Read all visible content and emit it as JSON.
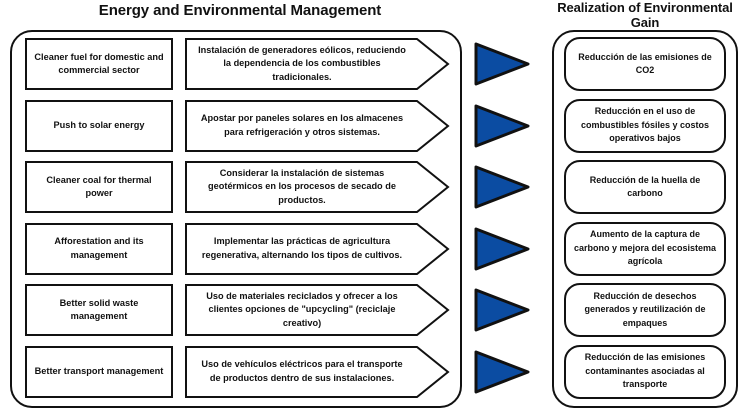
{
  "diagram": {
    "left_title": "Energy and Environmental Management",
    "right_title": "Realization of Environmental Gain",
    "accent_blue": "#0b4ca2",
    "outline_color": "#111111",
    "background": "#ffffff",
    "connector_icon": "right-triangle-arrow",
    "rows": [
      {
        "practice": "Cleaner fuel for domestic and commercial sector",
        "action": "Instalación de generadores eólicos, reduciendo la dependencia de los combustibles tradicionales.",
        "gain": "Reducción de las emisiones de CO2"
      },
      {
        "practice": "Push to solar energy",
        "action": "Apostar por paneles solares en los almacenes para refrigeración y otros sistemas.",
        "gain": "Reducción en el uso de combustibles fósiles y costos operativos bajos"
      },
      {
        "practice": "Cleaner coal for thermal power",
        "action": "Considerar la instalación de sistemas geotérmicos en los procesos de secado de productos.",
        "gain": "Reducción de la huella de carbono"
      },
      {
        "practice": "Afforestation and its management",
        "action": "Implementar las prácticas de agricultura regenerativa, alternando los tipos de cultivos.",
        "gain": "Aumento de la captura de carbono y mejora del ecosistema agrícola"
      },
      {
        "practice": "Better solid waste management",
        "action": "Uso de materiales reciclados y ofrecer a los clientes opciones de \"upcycling\" (reciclaje creativo)",
        "gain": "Reducción de desechos generados y reutilización de empaques"
      },
      {
        "practice": "Better transport management",
        "action": "Uso de vehículos eléctricos para el transporte de productos dentro de sus instalaciones.",
        "gain": "Reducción de las emisiones contaminantes asociadas al transporte"
      }
    ]
  }
}
